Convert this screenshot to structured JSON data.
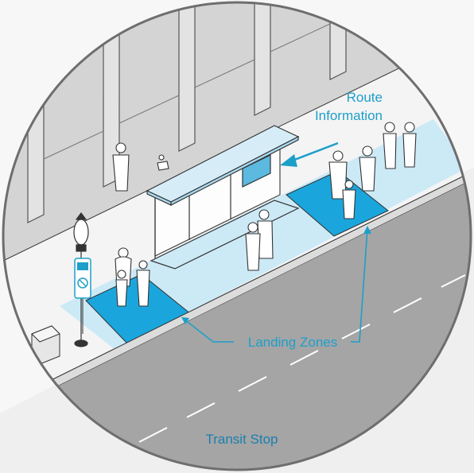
{
  "labels": {
    "route_information_line1": "Route",
    "route_information_line2": "Information",
    "landing_zones": "Landing Zones",
    "transit_stop": "Transit Stop"
  },
  "colors": {
    "accent": "#1d9fc9",
    "landing_zone": "#1aa6dc",
    "light_zone": "#cce9f6",
    "street": "#a5a5a5",
    "building": "#d4d4d4",
    "sidewalk": "#f3f3f3",
    "outline": "#333333"
  },
  "icons": [
    "lamp-post-icon",
    "bus-stop-sign-icon",
    "trash-bin-icon",
    "dog-icon",
    "pedestrian-icon",
    "bus-shelter-icon"
  ]
}
